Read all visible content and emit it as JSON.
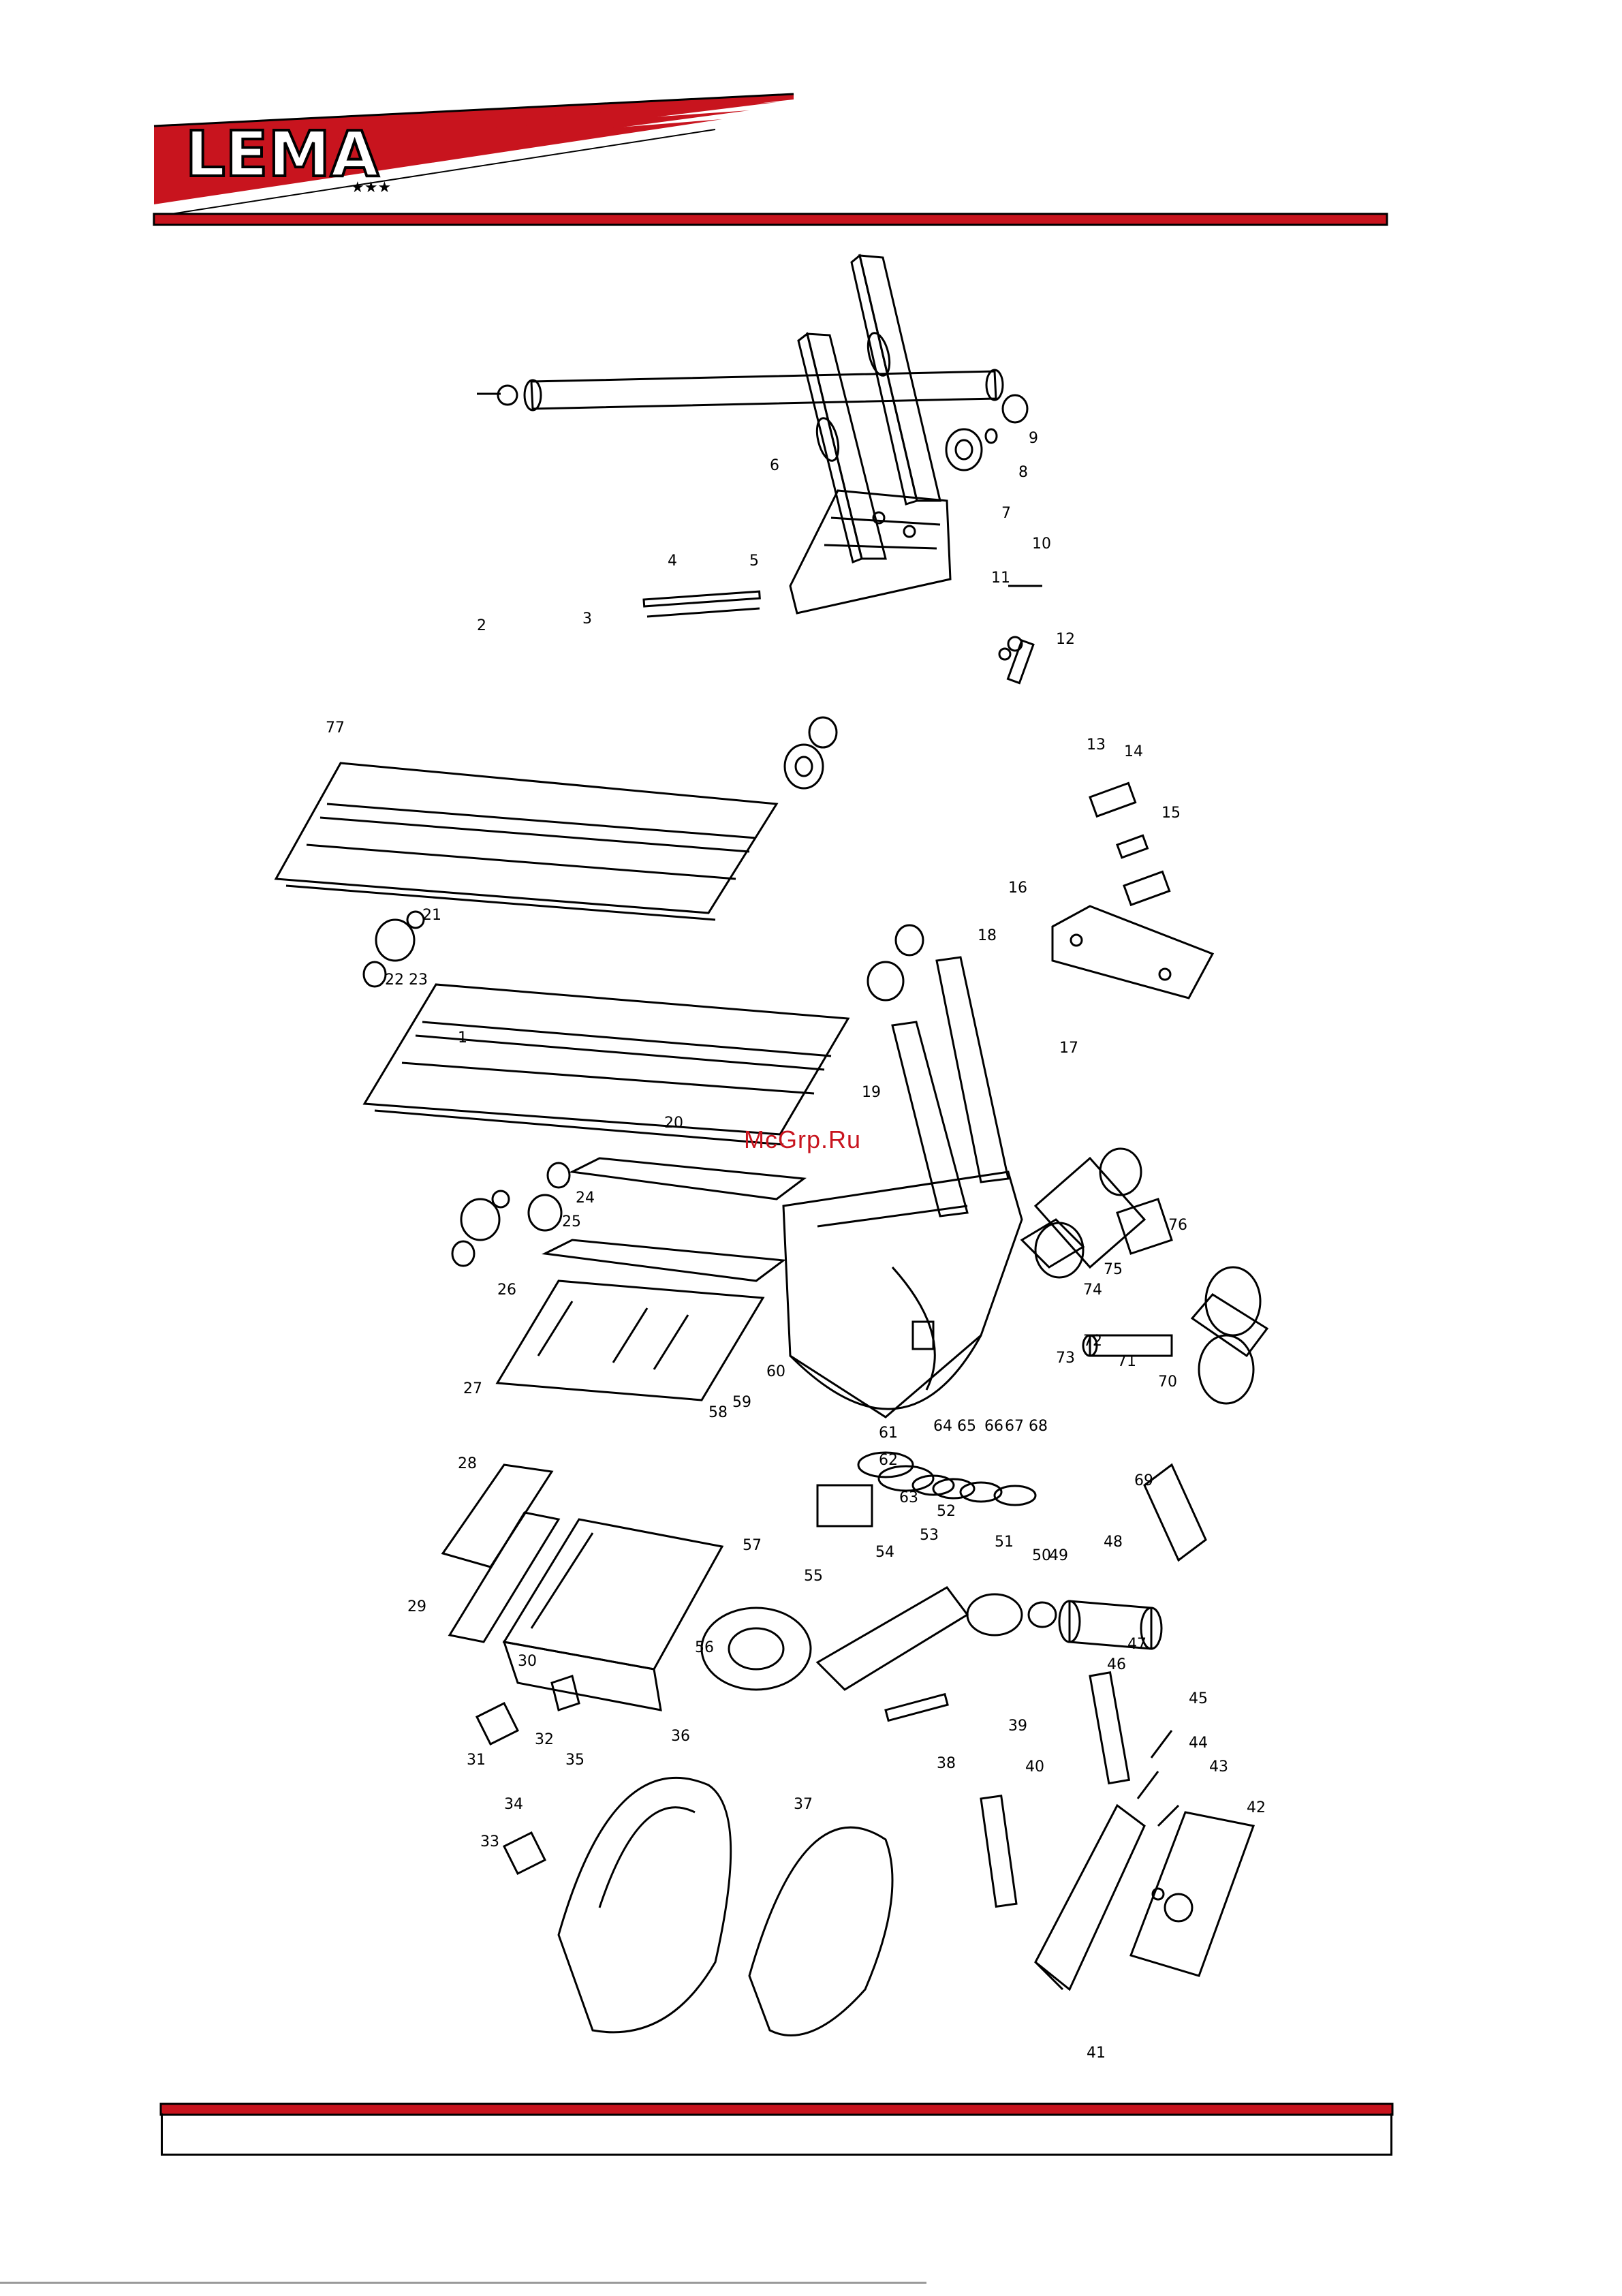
{
  "header": {
    "brand": "LEMA",
    "stars": "★★★",
    "brand_color": "#c8141e"
  },
  "watermark": "McGrp.Ru",
  "part_numbers": [
    "1",
    "2",
    "3",
    "4",
    "5",
    "6",
    "7",
    "8",
    "9",
    "10",
    "11",
    "12",
    "13",
    "14",
    "15",
    "16",
    "17",
    "18",
    "19",
    "20",
    "21",
    "22",
    "23",
    "24",
    "25",
    "26",
    "27",
    "28",
    "29",
    "30",
    "31",
    "32",
    "33",
    "34",
    "35",
    "36",
    "37",
    "38",
    "39",
    "40",
    "41",
    "42",
    "43",
    "44",
    "45",
    "46",
    "47",
    "48",
    "49",
    "50",
    "51",
    "52",
    "53",
    "54",
    "55",
    "56",
    "57",
    "58",
    "59",
    "60",
    "61",
    "62",
    "63",
    "64",
    "65",
    "66",
    "67",
    "68",
    "69",
    "70",
    "71",
    "72",
    "73",
    "74",
    "75",
    "76",
    "77"
  ]
}
